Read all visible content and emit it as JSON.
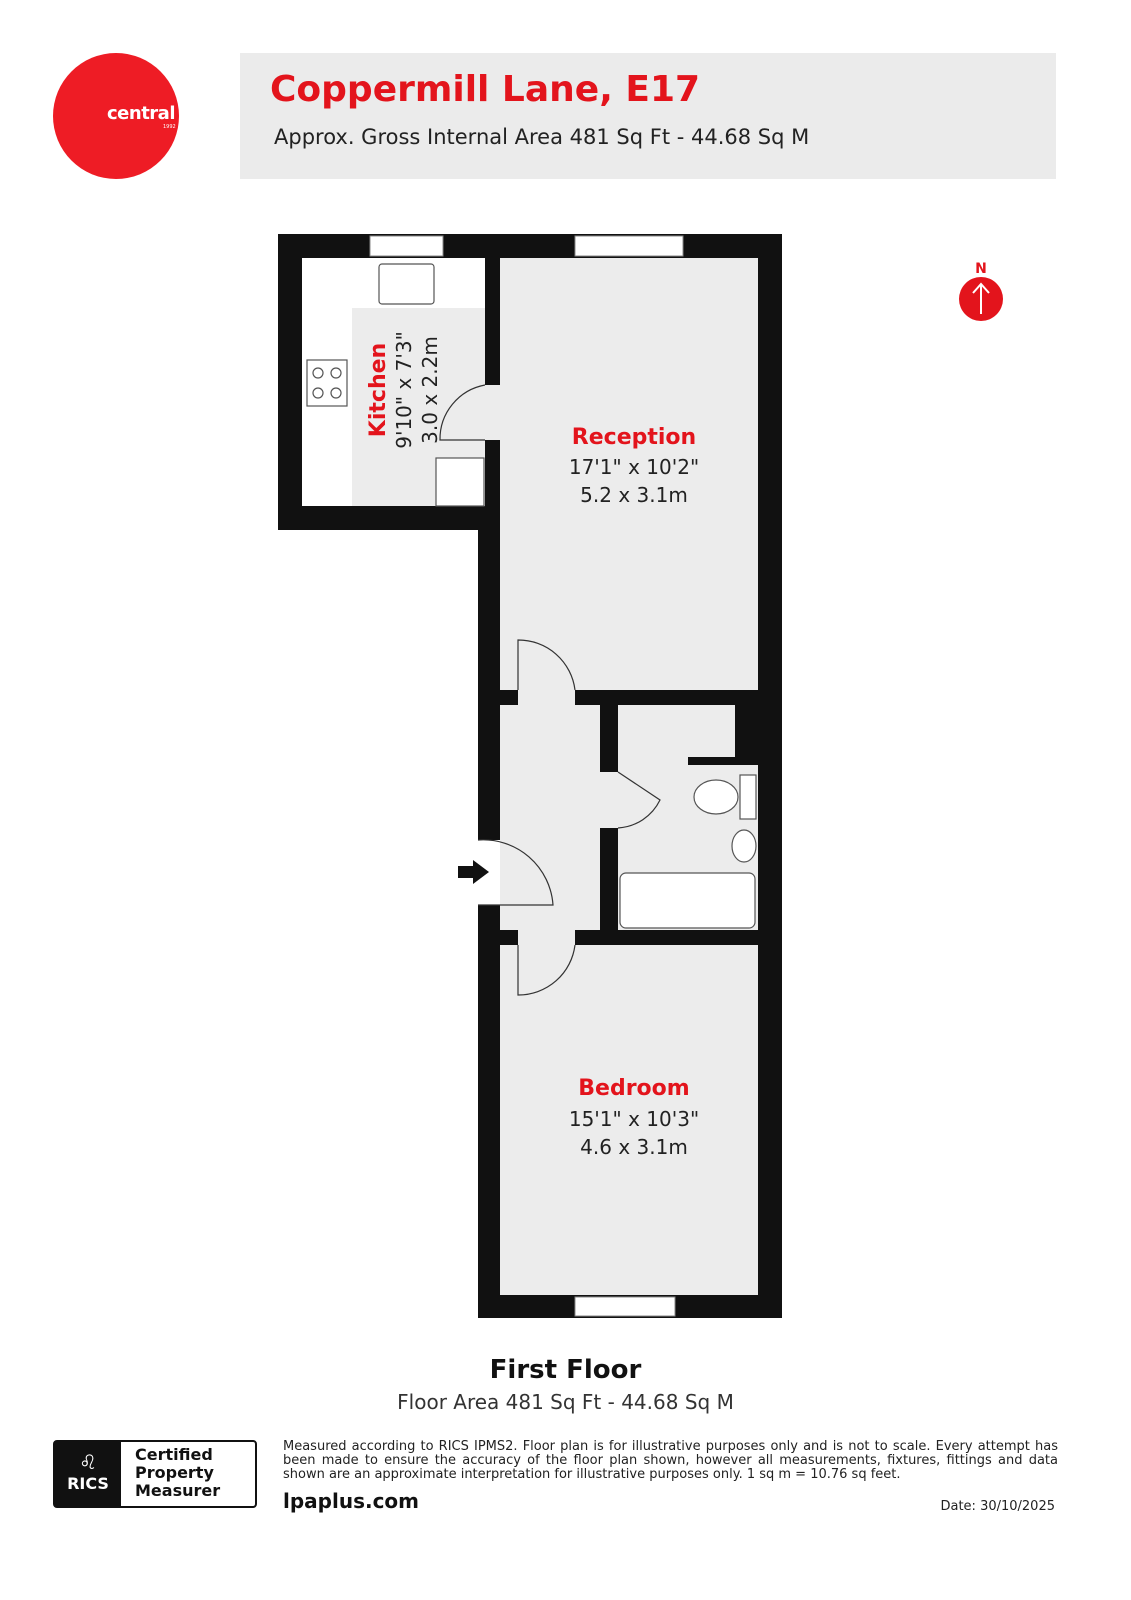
{
  "logo": {
    "brand": "central",
    "year": "1992",
    "color": "#ee1c25"
  },
  "header": {
    "title": "Coppermill Lane, E17",
    "subtitle": "Approx. Gross Internal Area 481 Sq Ft - 44.68 Sq M"
  },
  "compass": {
    "label": "N"
  },
  "rooms": {
    "kitchen": {
      "name": "Kitchen",
      "imperial": "9'10\" x 7'3\"",
      "metric": "3.0 x 2.2m"
    },
    "reception": {
      "name": "Reception",
      "imperial": "17'1\" x 10'2\"",
      "metric": "5.2 x 3.1m"
    },
    "bedroom": {
      "name": "Bedroom",
      "imperial": "15'1\" x 10'3\"",
      "metric": "4.6 x 3.1m"
    }
  },
  "floor": {
    "title": "First Floor",
    "area": "Floor Area 481 Sq Ft - 44.68 Sq M"
  },
  "footer": {
    "rics_logo": "RICS",
    "rics_badge": [
      "Certified",
      "Property",
      "Measurer"
    ],
    "disclaimer": "Measured according to RICS IPMS2. Floor plan is for illustrative purposes only and is not to scale. Every attempt has been made to ensure the accuracy of the floor plan shown, however all measurements, fixtures, fittings and data shown are an approximate interpretation for illustrative purposes only. 1 sq m = 10.76 sq feet.",
    "website": "lpaplus.com",
    "date": "Date: 30/10/2025"
  },
  "colors": {
    "accent": "#e3141c",
    "wall": "#111111",
    "floor": "#ececec"
  }
}
